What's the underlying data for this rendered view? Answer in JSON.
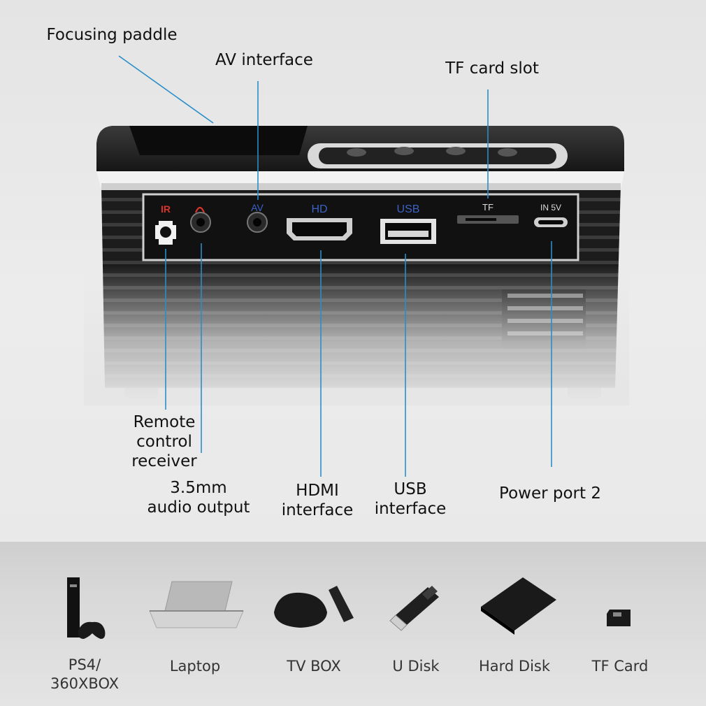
{
  "callouts": {
    "focusing_paddle": "Focusing paddle",
    "av_interface": "AV interface",
    "tf_card_slot": "TF card slot",
    "remote_receiver": "Remote\ncontrol\nreceiver",
    "audio_output": "3.5mm\naudio output",
    "hdmi_interface": "HDMI\ninterface",
    "usb_interface": "USB\ninterface",
    "power_port": "Power port 2"
  },
  "panel_labels": {
    "ir": "IR",
    "av": "AV",
    "hd": "HD",
    "usb": "USB",
    "tf": "TF",
    "in5v": "IN 5V"
  },
  "devices": [
    {
      "label": "PS4/\n360XBOX",
      "icon": "game-console-icon"
    },
    {
      "label": "Laptop",
      "icon": "laptop-icon"
    },
    {
      "label": "TV BOX",
      "icon": "tv-box-icon"
    },
    {
      "label": "U Disk",
      "icon": "usb-drive-icon"
    },
    {
      "label": "Hard Disk",
      "icon": "hard-disk-icon"
    },
    {
      "label": "TF Card",
      "icon": "tf-card-icon"
    }
  ],
  "colors": {
    "leader_line": "#2a8ec9",
    "panel_red": "#d8342c",
    "panel_blue": "#3b62c4"
  }
}
